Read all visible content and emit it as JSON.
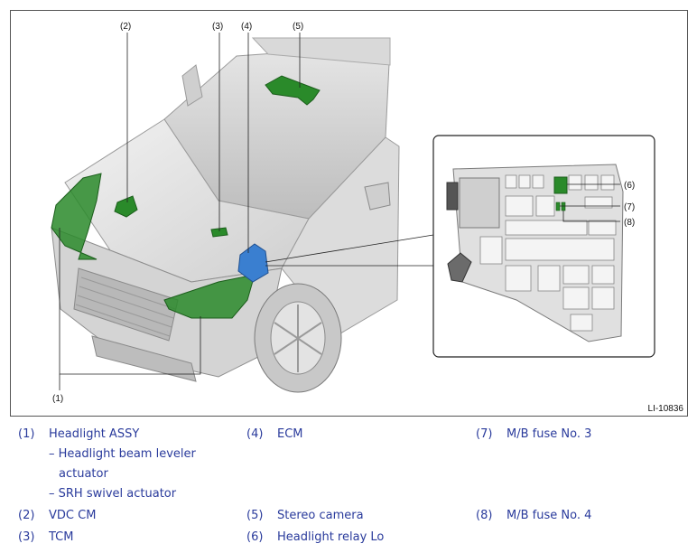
{
  "callouts": {
    "c1": "(1)",
    "c2": "(2)",
    "c3": "(3)",
    "c4": "(4)",
    "c5": "(5)",
    "c6": "(6)",
    "c7": "(7)",
    "c8": "(8)"
  },
  "figure_id": "LI-10836",
  "colors": {
    "component": "#2a8a2a",
    "ecm": "#3a7fd0",
    "legend_text": "#2a3b9c"
  },
  "legend": [
    {
      "num": "(1)",
      "label": "Headlight ASSY"
    },
    {
      "num": "",
      "label": "– Headlight beam leveler"
    },
    {
      "num": "",
      "label": "actuator"
    },
    {
      "num": "",
      "label": "– SRH swivel actuator"
    },
    {
      "num": "(2)",
      "label": "VDC CM"
    },
    {
      "num": "(3)",
      "label": "TCM"
    },
    {
      "num": "(4)",
      "label": "ECM"
    },
    {
      "num": "(5)",
      "label": "Stereo camera"
    },
    {
      "num": "(6)",
      "label": "Headlight relay Lo"
    },
    {
      "num": "(7)",
      "label": "M/B fuse No. 3"
    },
    {
      "num": "(8)",
      "label": "M/B fuse No. 4"
    }
  ]
}
